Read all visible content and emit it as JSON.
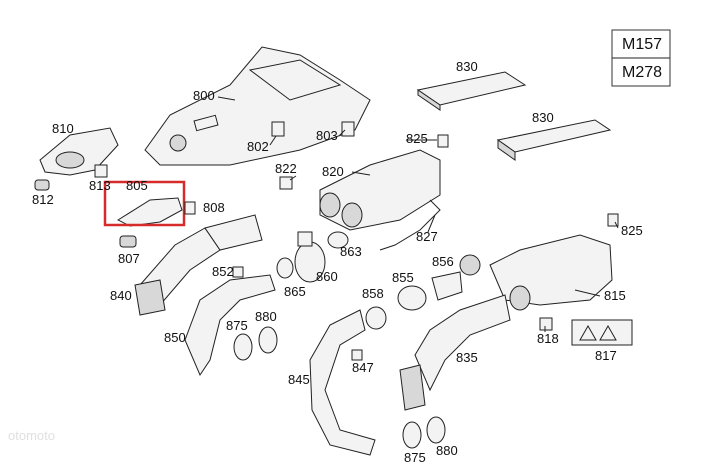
{
  "models": [
    "M157",
    "M278"
  ],
  "callouts": {
    "c800": "800",
    "c802": "802",
    "c803": "803",
    "c805": "805",
    "c807": "807",
    "c808": "808",
    "c810": "810",
    "c812": "812",
    "c813": "813",
    "c815": "815",
    "c817": "817",
    "c818": "818",
    "c820": "820",
    "c822": "822",
    "c825a": "825",
    "c825b": "825",
    "c827": "827",
    "c830a": "830",
    "c830b": "830",
    "c835": "835",
    "c840": "840",
    "c845": "845",
    "c847": "847",
    "c850": "850",
    "c852": "852",
    "c855": "855",
    "c856": "856",
    "c858": "858",
    "c860": "860",
    "c863": "863",
    "c865": "865",
    "c875a": "875",
    "c875b": "875",
    "c880a": "880",
    "c880b": "880"
  },
  "watermark": "otomoto"
}
